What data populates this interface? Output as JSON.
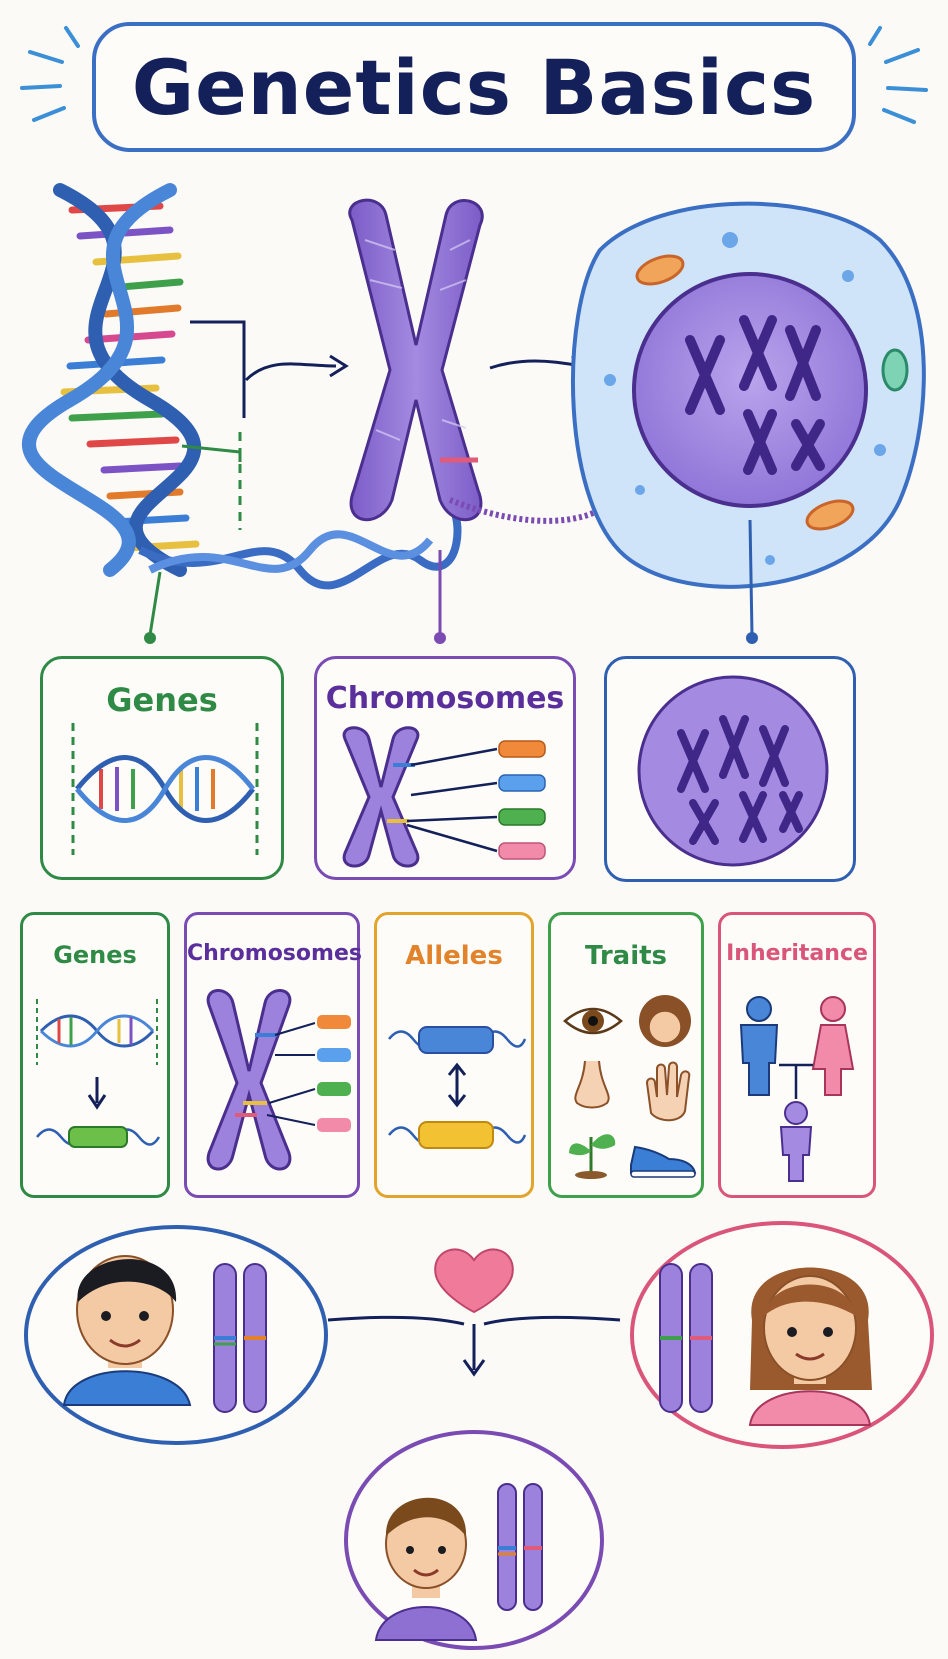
{
  "title": "Genetics Basics",
  "top_panels": {
    "genes": "Genes",
    "chromosomes": "Chromosomes"
  },
  "cards": {
    "genes": "Genes",
    "chromosomes": "Chromosomes",
    "alleles": "Alleles",
    "traits": "Traits",
    "inheritance": "Inheritance"
  },
  "colors": {
    "title_border": "#3b6fc4",
    "title_text": "#13205a",
    "green": "#2f8a45",
    "purple": "#7a4bb3",
    "orange": "#e2832b",
    "pink": "#d9557a",
    "blue": "#2f5fb0",
    "chromosome": "#8e6fd2"
  }
}
